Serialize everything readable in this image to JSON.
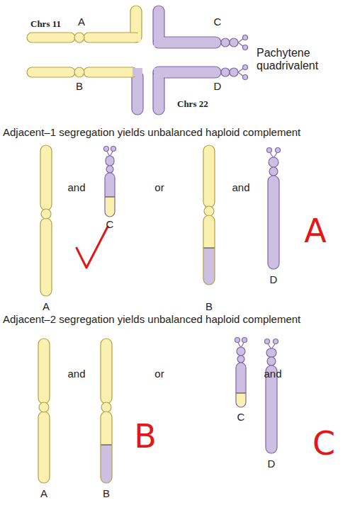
{
  "diagram": {
    "labels": [
      "Chrs 11",
      "A",
      "C",
      "Pachytene quadrivalent",
      "B",
      "D",
      "Chrs 22",
      "Adjacent–1 segregation yields unbalanced haploid complement",
      "and",
      "or",
      "and",
      "C",
      "A",
      "D",
      "A",
      "B",
      "Adjacent–2 segregation yields unbalanced haploid complement",
      "and",
      "or",
      "and",
      "B",
      "C",
      "C",
      "D",
      "A",
      "B"
    ]
  }
}
